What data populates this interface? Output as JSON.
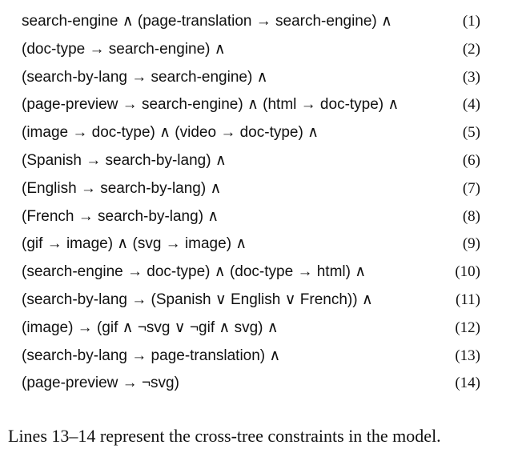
{
  "formulas": [
    {
      "text": "search-engine ∧ (page-translation → search-engine) ∧",
      "number": "(1)"
    },
    {
      "text": "(doc-type → search-engine) ∧",
      "number": "(2)"
    },
    {
      "text": "(search-by-lang → search-engine) ∧",
      "number": "(3)"
    },
    {
      "text": "(page-preview → search-engine)  ∧ (html → doc-type) ∧",
      "number": "(4)"
    },
    {
      "text": "(image → doc-type)  ∧ (video → doc-type) ∧",
      "number": "(5)"
    },
    {
      "text": "(Spanish → search-by-lang) ∧",
      "number": "(6)"
    },
    {
      "text": "(English → search-by-lang) ∧",
      "number": "(7)"
    },
    {
      "text": "(French → search-by-lang) ∧",
      "number": "(8)"
    },
    {
      "text": "(gif → image)  ∧ (svg → image) ∧",
      "number": "(9)"
    },
    {
      "text": "(search-engine → doc-type)  ∧ (doc-type → html) ∧",
      "number": "(10)"
    },
    {
      "text": "(search-by-lang → (Spanish ∨ English ∨ French)) ∧",
      "number": "(11)"
    },
    {
      "text": "(image) → (gif ∧ ¬svg ∨ ¬gif ∧ svg) ∧",
      "number": "(12)"
    },
    {
      "text": "(search-by-lang → page-translation) ∧",
      "number": "(13)"
    },
    {
      "text": "(page-preview → ¬svg)",
      "number": "(14)"
    }
  ],
  "caption": "Lines 13–14 represent the cross-tree constraints in the model."
}
